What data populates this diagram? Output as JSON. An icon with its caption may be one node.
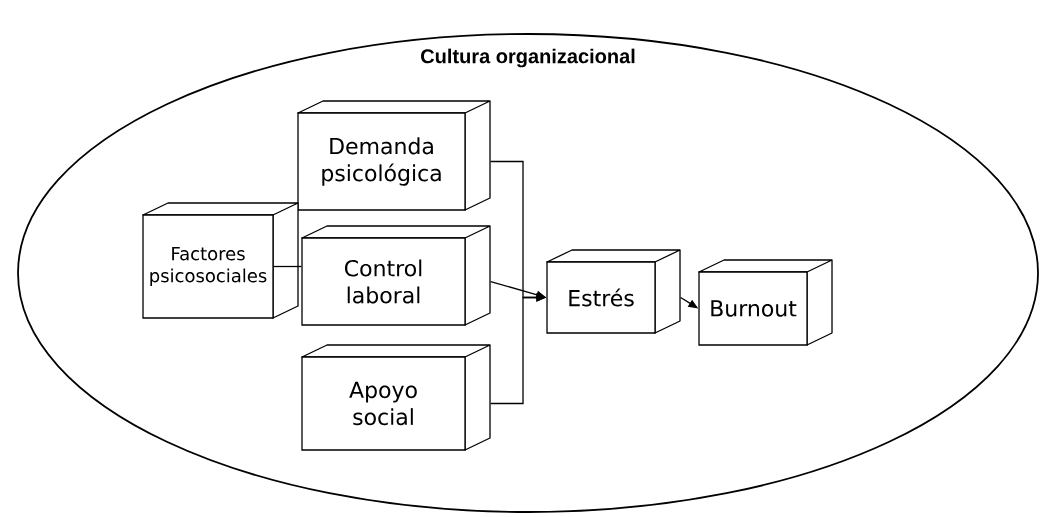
{
  "diagram": {
    "nodes": [
      {
        "text": [
          "Cultura organizacional"
        ]
      },
      {
        "text": [
          "Demanda psicológica"
        ],
        "in": 0
      },
      {
        "text": [
          "Factores psicosociales"
        ],
        "in": 0
      },
      {
        "text": [
          "Control laboral"
        ],
        "in": 0
      },
      {
        "text": [
          "Apoyo social"
        ],
        "in": 0
      },
      {
        "text": [
          "Estrés"
        ],
        "in": 0
      },
      {
        "text": [
          "Burnout"
        ],
        "in": 0
      }
    ],
    "edges": [
      {
        "from": 2,
        "to": 3,
        "arrow": "none"
      },
      {
        "from": 1,
        "to": 5,
        "arrow": "to"
      },
      {
        "from": 3,
        "to": 5,
        "arrow": "to"
      },
      {
        "from": 4,
        "to": 5,
        "arrow": "to"
      },
      {
        "from": 5,
        "to": 6,
        "arrow": "to"
      }
    ]
  }
}
